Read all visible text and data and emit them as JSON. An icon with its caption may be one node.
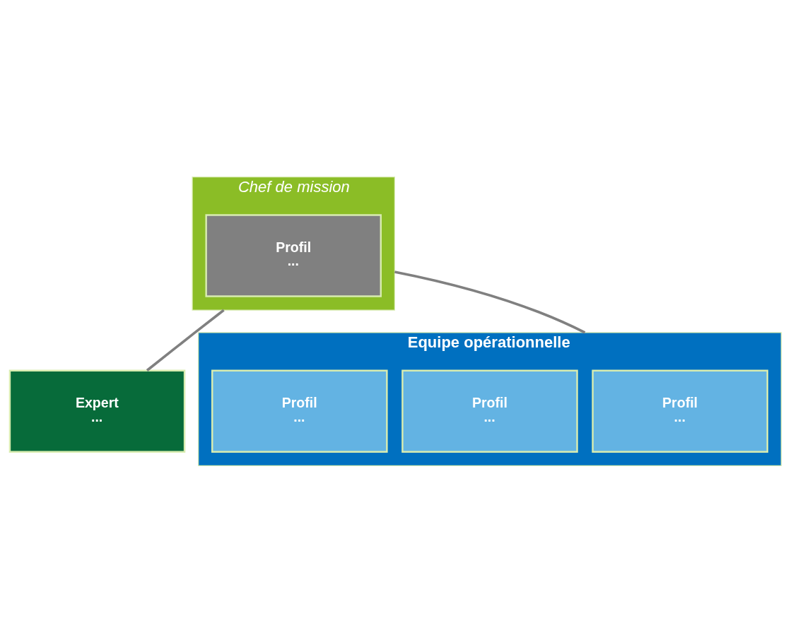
{
  "diagram": {
    "nodes": [
      {
        "text": [
          "Chef de mission"
        ]
      },
      {
        "text": [
          "Profil",
          "..."
        ],
        "in": 0
      },
      {
        "text": [
          "Expert",
          "..."
        ]
      },
      {
        "text": [
          "Equipe opérationnelle"
        ]
      },
      {
        "text": [
          "Profil",
          "..."
        ],
        "in": 3
      },
      {
        "text": [
          "Profil",
          "..."
        ],
        "in": 3
      },
      {
        "text": [
          "Profil",
          "..."
        ],
        "in": 3
      }
    ],
    "edges": [
      {
        "from": 0,
        "to": 3,
        "arrow": "none"
      },
      {
        "from": 0,
        "to": 2,
        "arrow": "none"
      }
    ]
  }
}
